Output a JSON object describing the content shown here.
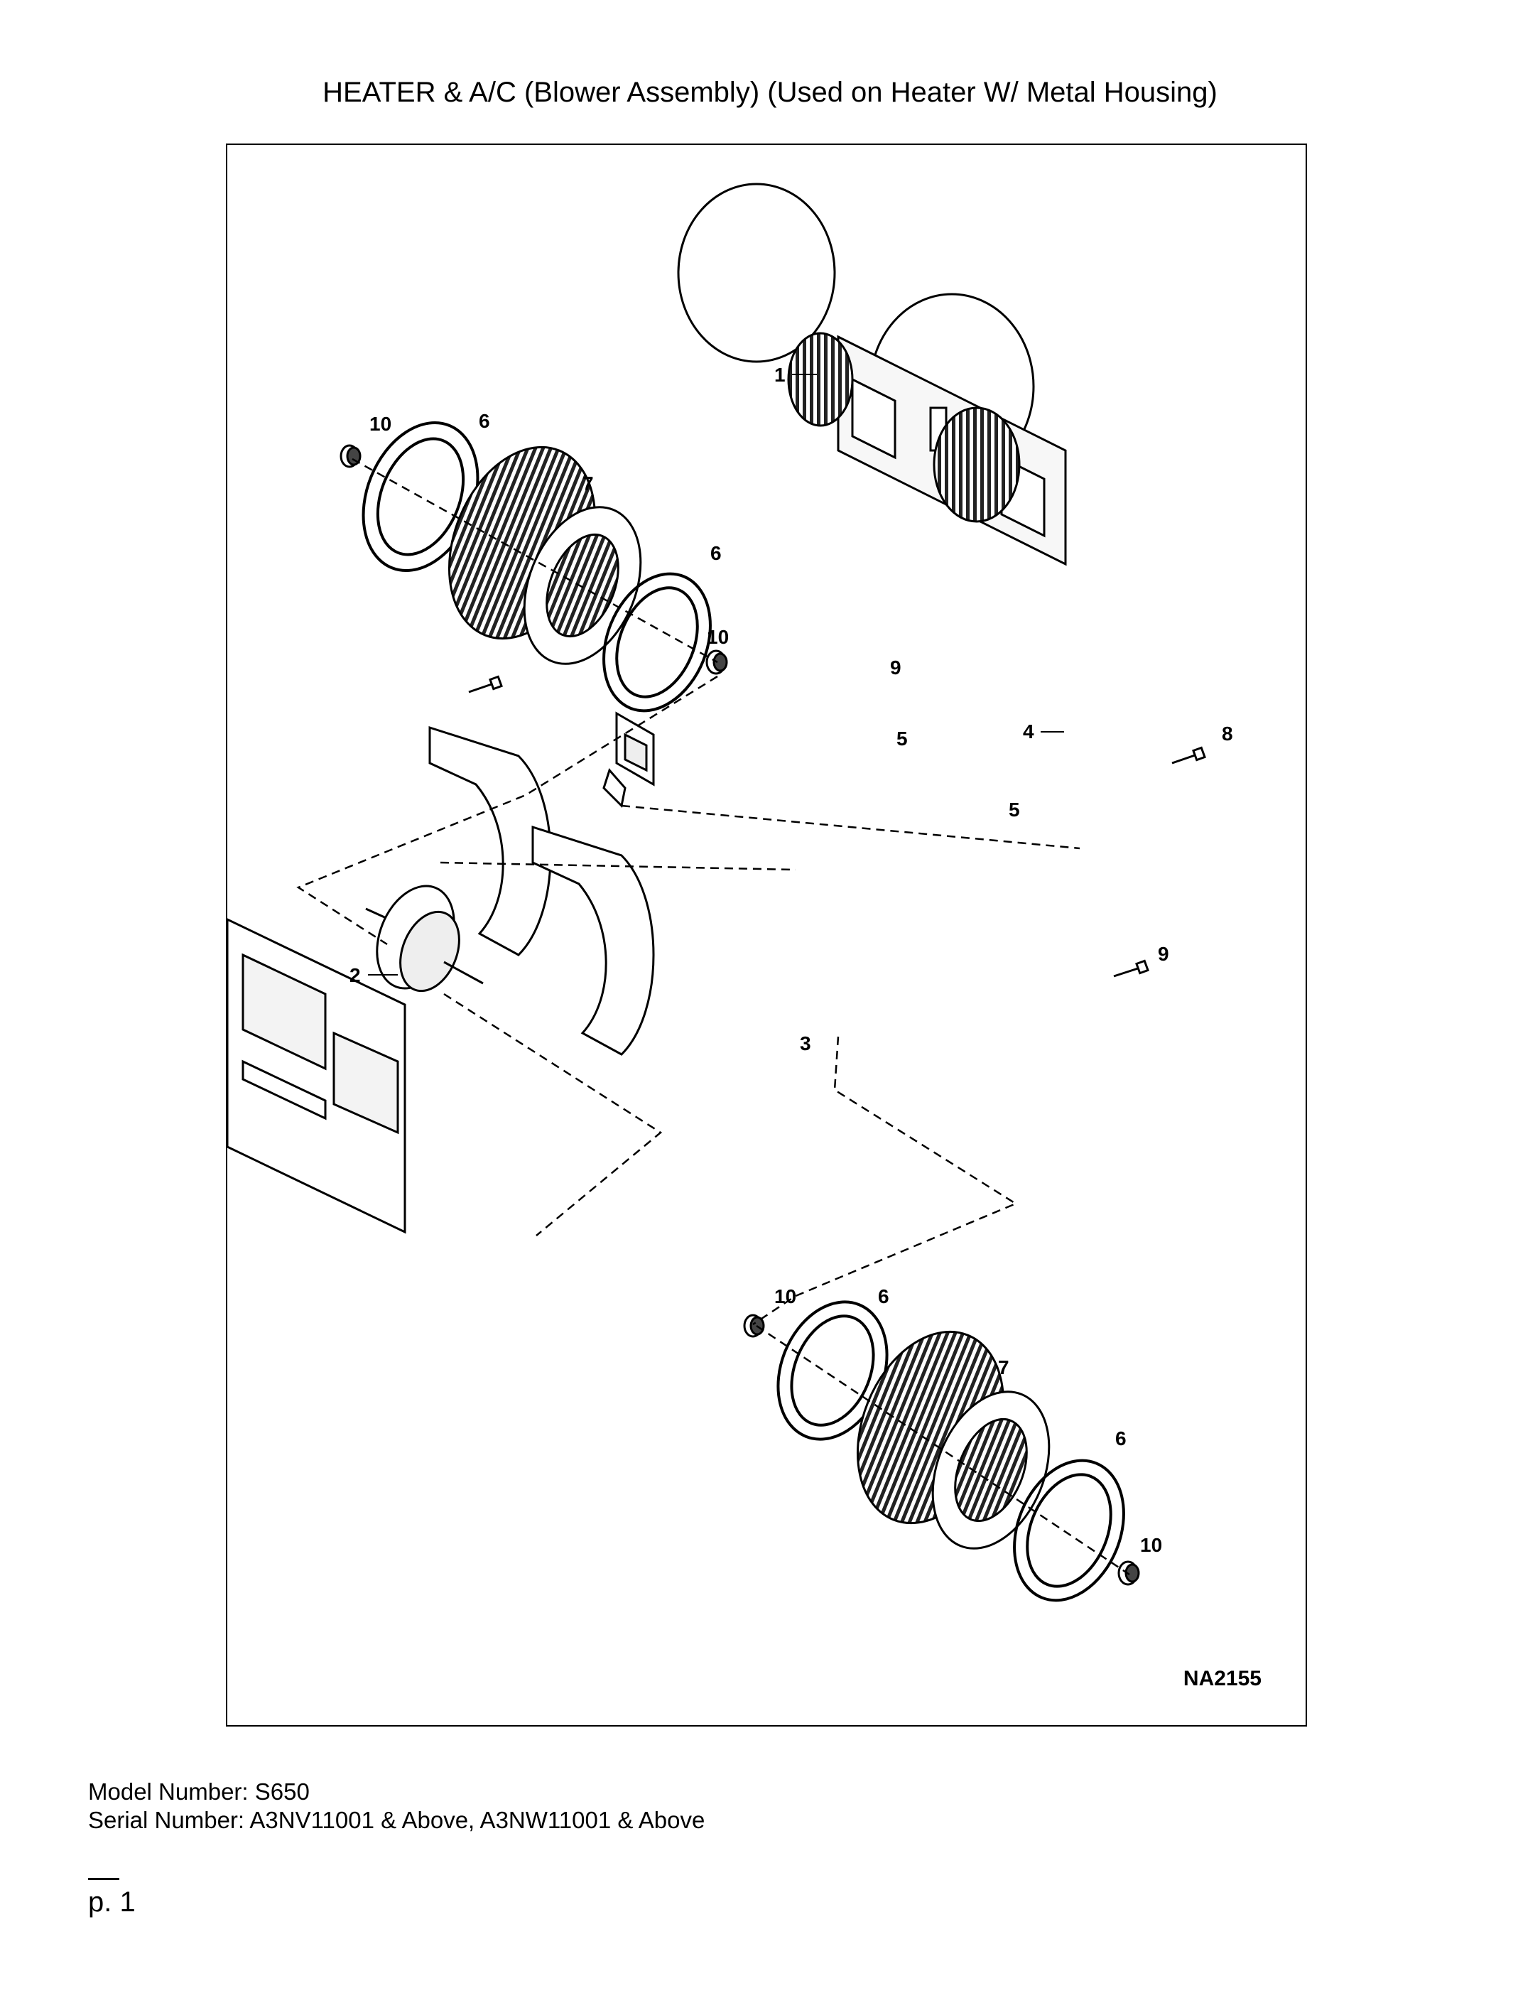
{
  "page": {
    "title": "HEATER & A/C (Blower Assembly) (Used on Heater W/ Metal Housing)",
    "drawing_id": "NA2155",
    "model_line": "Model Number: S650",
    "serial_line": "Serial Number: A3NV11001 & Above, A3NW11001 & Above",
    "page_number": "p. 1"
  },
  "callouts": [
    {
      "id": "c1",
      "label": "1"
    },
    {
      "id": "c2",
      "label": "2"
    },
    {
      "id": "c3",
      "label": "3"
    },
    {
      "id": "c4",
      "label": "4"
    },
    {
      "id": "c5a",
      "label": "5"
    },
    {
      "id": "c5b",
      "label": "5"
    },
    {
      "id": "c6a",
      "label": "6"
    },
    {
      "id": "c6b",
      "label": "6"
    },
    {
      "id": "c6c",
      "label": "6"
    },
    {
      "id": "c6d",
      "label": "6"
    },
    {
      "id": "c7a",
      "label": "7"
    },
    {
      "id": "c7b",
      "label": "7"
    },
    {
      "id": "c8",
      "label": "8"
    },
    {
      "id": "c9a",
      "label": "9"
    },
    {
      "id": "c9b",
      "label": "9"
    },
    {
      "id": "c10a",
      "label": "10"
    },
    {
      "id": "c10b",
      "label": "10"
    },
    {
      "id": "c10c",
      "label": "10"
    },
    {
      "id": "c10d",
      "label": "10"
    }
  ]
}
